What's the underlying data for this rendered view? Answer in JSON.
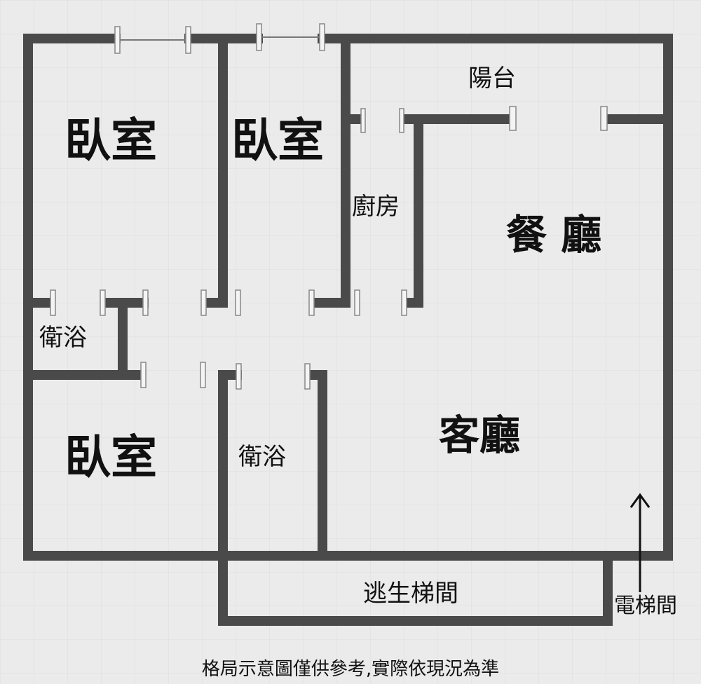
{
  "rooms": {
    "bedroom_1": "臥室",
    "bedroom_2": "臥室",
    "bedroom_3": "臥室",
    "balcony": "陽台",
    "kitchen": "廚房",
    "dining_room": "餐 廳",
    "living_room": "客廳",
    "bathroom_1": "衛浴",
    "bathroom_2": "衛浴",
    "escape_stairwell": "逃生梯間",
    "elevator_hall": "電梯間"
  },
  "footer_note": "格局示意圖僅供參考,實際依現況為準",
  "colors": {
    "wall": "#4a4a4a",
    "background": "#ebebeb",
    "grid": "#dcdcdc"
  }
}
